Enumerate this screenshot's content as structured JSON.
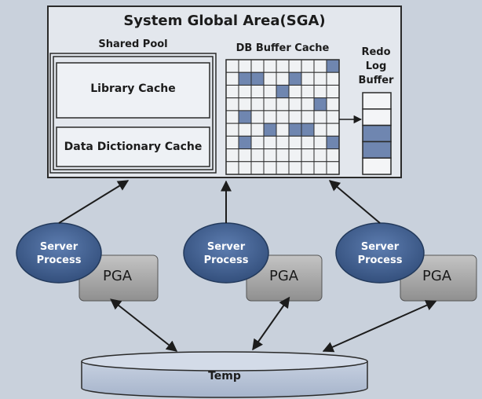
{
  "sga": {
    "title": "System Global Area(SGA)",
    "shared_pool": {
      "label": "Shared Pool",
      "library_cache": "Library Cache",
      "data_dictionary_cache": "Data Dictionary Cache"
    },
    "db_buffer_cache": {
      "label": "DB Buffer Cache",
      "rows": 9,
      "cols": 9,
      "filled_cells": [
        [
          0,
          8
        ],
        [
          1,
          1
        ],
        [
          1,
          2
        ],
        [
          1,
          5
        ],
        [
          2,
          4
        ],
        [
          3,
          7
        ],
        [
          4,
          1
        ],
        [
          5,
          3
        ],
        [
          5,
          5
        ],
        [
          5,
          6
        ],
        [
          6,
          1
        ],
        [
          6,
          8
        ]
      ]
    },
    "redo_log_buffer": {
      "label_lines": [
        "Redo",
        "Log",
        "Buffer"
      ],
      "slots": 5,
      "filled_slots": [
        2,
        3
      ]
    }
  },
  "processes": [
    {
      "line1": "Server",
      "line2": "Process",
      "pga": "PGA"
    },
    {
      "line1": "Server",
      "line2": "Process",
      "pga": "PGA"
    },
    {
      "line1": "Server",
      "line2": "Process",
      "pga": "PGA"
    }
  ],
  "temp": {
    "label": "Temp"
  },
  "colors": {
    "sga_fill": "#e3e7ed",
    "filled_cell": "#6f86b0",
    "empty_cell": "#f0f2f4",
    "process_fill": "#3f5e8e",
    "pga_fill": "#a9a9a9",
    "temp_fill": "#b6c2d6"
  }
}
